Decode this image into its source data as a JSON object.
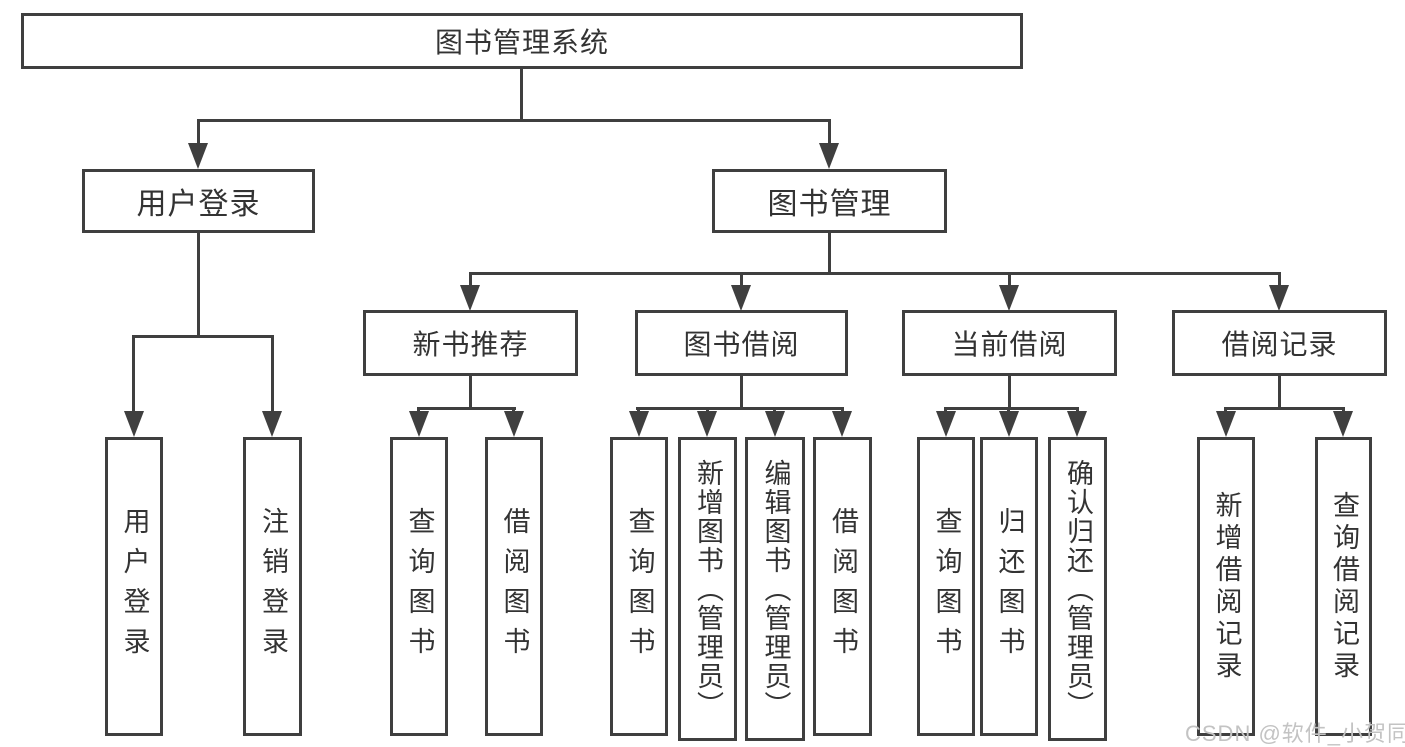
{
  "colors": {
    "background": "#ffffff",
    "line": "#3f3f3f",
    "box_fill": "#ffffff",
    "text": "#333333",
    "watermark": "#c3c3c3"
  },
  "watermark": {
    "text": "CSDN @软件_小贺同学"
  },
  "tree": {
    "label": "图书管理系统",
    "children": [
      {
        "label": "用户登录",
        "children": [
          {
            "label": "用户登录"
          },
          {
            "label": "注销登录"
          }
        ]
      },
      {
        "label": "图书管理",
        "children": [
          {
            "label": "新书推荐",
            "children": [
              {
                "label": "查询图书"
              },
              {
                "label": "借阅图书"
              }
            ]
          },
          {
            "label": "图书借阅",
            "children": [
              {
                "label": "查询图书"
              },
              {
                "label": "新增图书（管理员）"
              },
              {
                "label": "编辑图书（管理员）"
              },
              {
                "label": "借阅图书"
              }
            ]
          },
          {
            "label": "当前借阅",
            "children": [
              {
                "label": "查询图书"
              },
              {
                "label": "归还图书"
              },
              {
                "label": "确认归还（管理员）"
              }
            ]
          },
          {
            "label": "借阅记录",
            "children": [
              {
                "label": "新增借阅记录"
              },
              {
                "label": "查询借阅记录"
              }
            ]
          }
        ]
      }
    ]
  }
}
